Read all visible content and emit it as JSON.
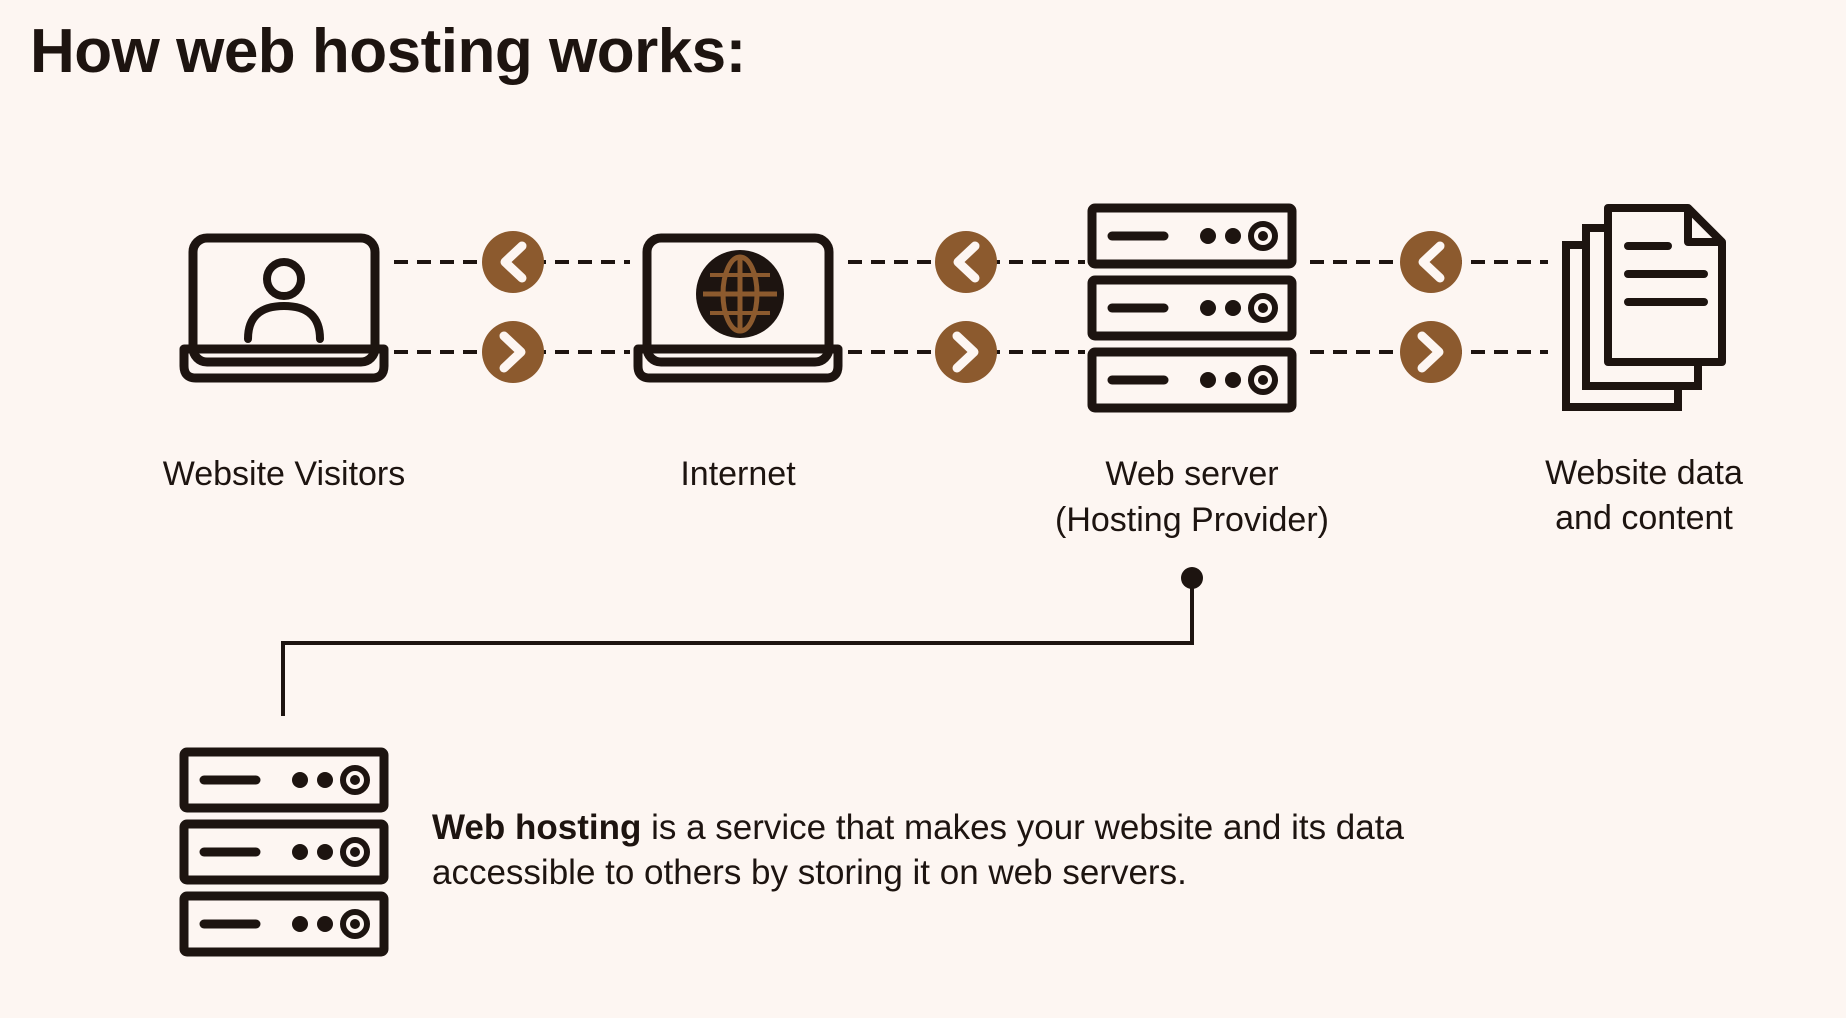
{
  "title": "How web hosting works:",
  "nodes": {
    "visitors": {
      "label": "Website Visitors",
      "icon": "laptop-user-icon"
    },
    "internet": {
      "label": "Internet",
      "icon": "laptop-globe-icon"
    },
    "server": {
      "label_line1": "Web server",
      "label_line2": "(Hosting Provider)",
      "icon": "server-rack-icon"
    },
    "content": {
      "label_line1": "Website data",
      "label_line2": "and content",
      "icon": "documents-icon"
    }
  },
  "description": {
    "bold": "Web hosting",
    "rest": " is a service that makes your website and its data accessible to others by storing it on web servers."
  },
  "colors": {
    "accent": "#8c5a2e",
    "ink": "#1d1410",
    "background": "#fdf6f2"
  }
}
